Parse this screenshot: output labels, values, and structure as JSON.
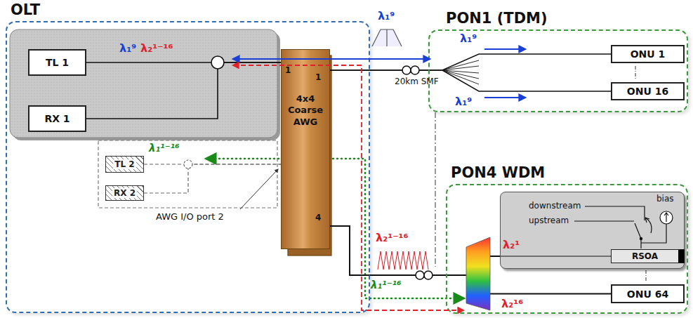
{
  "diagram": {
    "nodes": [
      {
        "text": [
          "OLT"
        ]
      },
      {
        "text": [
          "TL 1"
        ],
        "in": 0
      },
      {
        "text": [
          "RX 1"
        ],
        "in": 0
      },
      {
        "text": [
          "TL 2"
        ],
        "in": 0
      },
      {
        "text": [
          "RX 2"
        ],
        "in": 0
      },
      {
        "text": [
          "4x4 Coarse AWG"
        ],
        "in": 0
      },
      {
        "text": [
          "PON1 (TDM)"
        ]
      },
      {
        "text": [
          "ONU 1"
        ],
        "in": 6
      },
      {
        "text": [
          "ONU 16"
        ],
        "in": 6
      },
      {
        "text": [
          "PON4 WDM"
        ]
      },
      {
        "text": [
          "downstream",
          "upstream",
          "bias"
        ],
        "in": 9
      },
      {
        "text": [
          "RSOA"
        ],
        "in": 10
      },
      {
        "text": [
          "ONU 64"
        ],
        "in": 9
      }
    ],
    "edges": [
      {
        "from": 1,
        "to": 5,
        "arrow": "none"
      },
      {
        "from": 2,
        "to": 5,
        "arrow": "none"
      },
      {
        "from": 3,
        "to": 5,
        "arrow": "none"
      },
      {
        "from": 4,
        "to": 5,
        "arrow": "none"
      },
      {
        "from": 5,
        "to": 7,
        "arrow": "none"
      },
      {
        "from": 5,
        "to": 8,
        "arrow": "none"
      },
      {
        "from": 5,
        "to": 10,
        "arrow": "none"
      },
      {
        "from": 5,
        "to": 12,
        "arrow": "none"
      }
    ],
    "labels": [
      "λ₁⁹",
      "λ₂¹⁻¹⁶",
      "1",
      "1",
      "4",
      "λ₁⁹",
      "20km SMF",
      "λ₁⁹",
      "λ₁⁹",
      "λ₁¹⁻¹⁶",
      "AWG I/O port 2",
      "λ₂¹⁻¹⁶",
      "λ₁¹⁻¹⁶",
      "λ₂¹",
      "λ₂¹⁶"
    ]
  }
}
